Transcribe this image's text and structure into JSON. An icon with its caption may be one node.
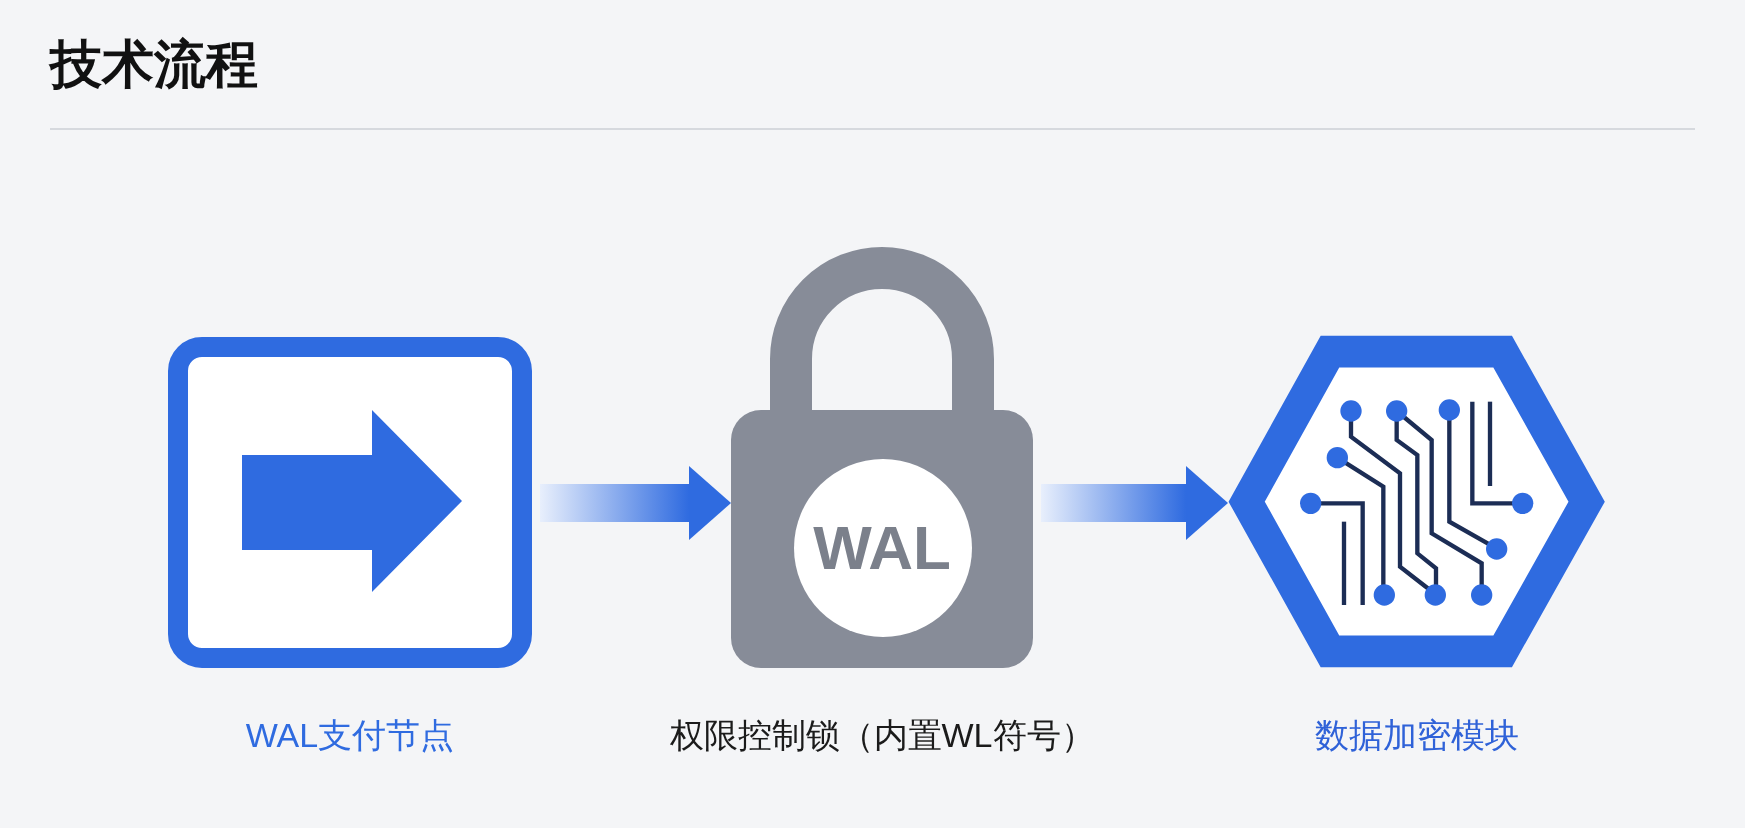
{
  "diagram": {
    "title": "技术流程",
    "nodes": [
      {
        "text": [
          "WAL支付节点"
        ]
      },
      {
        "text": [
          "WAL",
          "权限控制锁（内置WL符号）"
        ]
      },
      {
        "text": [
          "数据加密模块"
        ]
      }
    ],
    "edges": [
      {
        "from": 0,
        "to": 1,
        "arrow": "to"
      },
      {
        "from": 1,
        "to": 2,
        "arrow": "to"
      }
    ]
  }
}
